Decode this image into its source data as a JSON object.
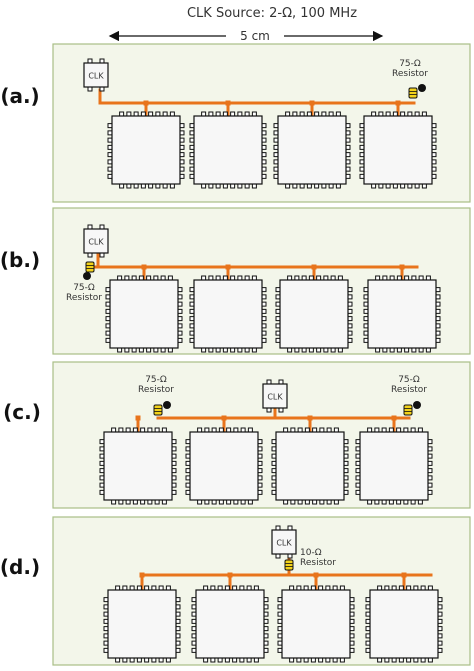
{
  "header": {
    "title": "CLK Source: 2-Ω, 100 MHz",
    "scale_label": "5 cm"
  },
  "clk_label": "CLK",
  "colors": {
    "panel_fill": "#f3f6ea",
    "panel_border": "#a9bf86",
    "trace": "#e8741c",
    "resistor": "#f2d21b",
    "chip_fill": "#f7f7f7"
  },
  "panels": [
    {
      "label": "(a.)",
      "resistors": [
        {
          "value": "75-Ω",
          "word": "Resistor"
        }
      ]
    },
    {
      "label": "(b.)",
      "resistors": [
        {
          "value": "75-Ω",
          "word": "Resistor"
        }
      ]
    },
    {
      "label": "(c.)",
      "resistors": [
        {
          "value": "75-Ω",
          "word": "Resistor"
        },
        {
          "value": "75-Ω",
          "word": "Resistor"
        }
      ]
    },
    {
      "label": "(d.)",
      "resistors": [
        {
          "value": "10-Ω",
          "word": "Resistor"
        }
      ]
    }
  ]
}
